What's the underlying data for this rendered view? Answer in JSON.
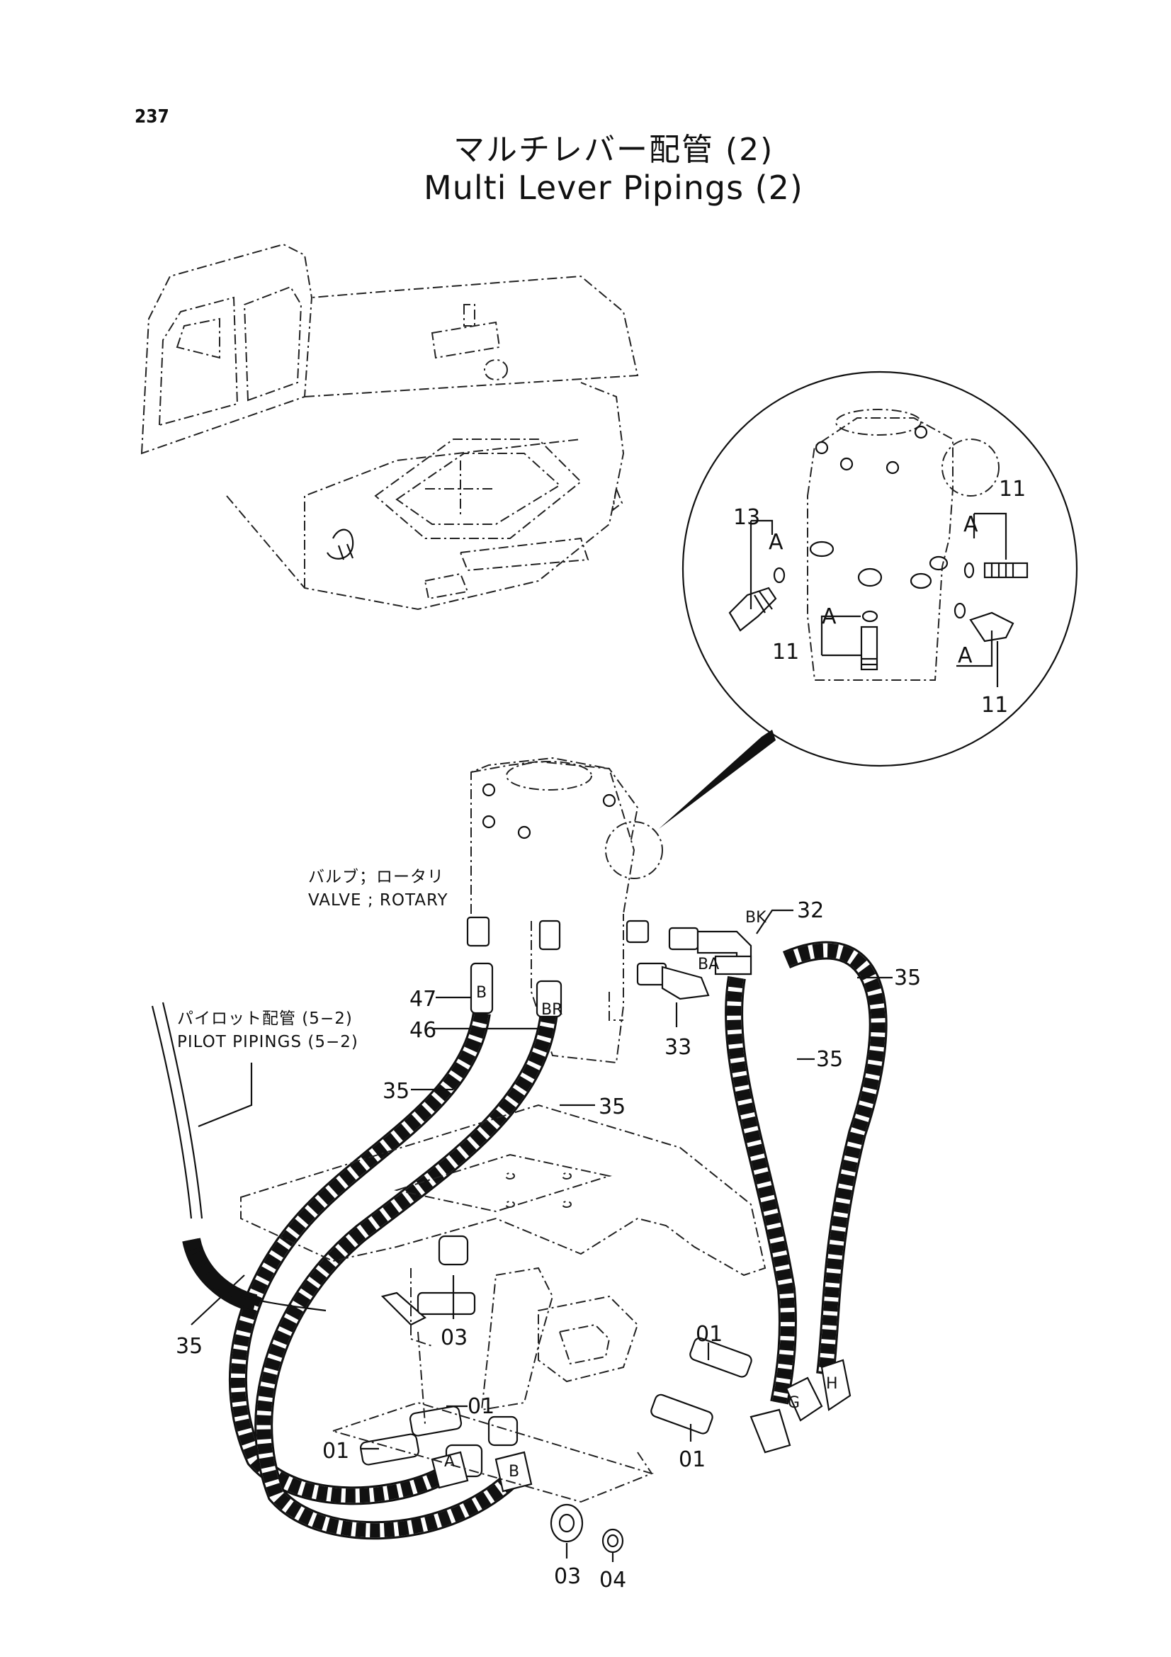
{
  "page_number": "237",
  "title_jp": "マルチレバー配管 (2)",
  "title_en": "Multi Lever Pipings (2)",
  "notes": {
    "valve_jp": "バルブ；ロータリ",
    "valve_en": "VALVE ; ROTARY",
    "pilot_jp": "パイロット配管 (5−2)",
    "pilot_en": "PILOT PIPINGS (5−2)"
  },
  "detail_labels": {
    "l13": "13",
    "l11_tr": "11",
    "l11_bl": "11",
    "l11_br": "11",
    "a1": "A",
    "a2": "A",
    "a3": "A",
    "a4": "A"
  },
  "part_labels": {
    "p32": "32",
    "p35_r": "35",
    "p35_mr": "35",
    "p33": "33",
    "p47": "47",
    "p46": "46",
    "p35_l": "35",
    "p35_c": "35",
    "p35_bl": "35",
    "p03_t": "03",
    "p01_tr": "01",
    "p01_c": "01",
    "p01_bl": "01",
    "p01_br": "01",
    "p03_b": "03",
    "p04": "04"
  },
  "port_labels": {
    "bk": "BK",
    "ba": "BA",
    "b_top": "B",
    "br": "BR",
    "a_bot": "A",
    "b_bot": "B",
    "g": "G",
    "h": "H"
  }
}
